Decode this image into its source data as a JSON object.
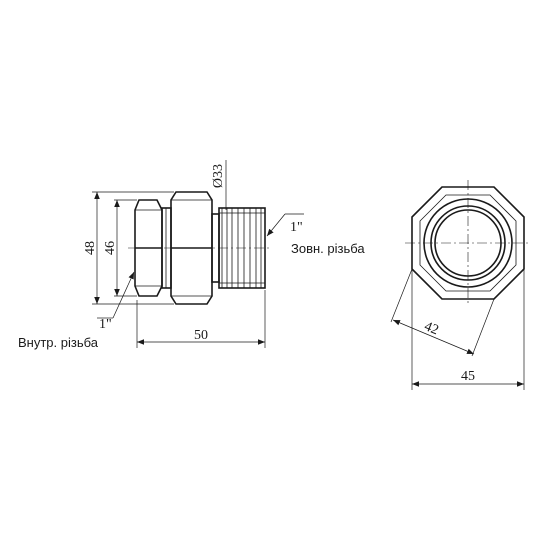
{
  "side_view": {
    "dim_48": "48",
    "dim_46": "46",
    "dim_d33": "Ø33",
    "dim_50": "50",
    "thread_outer_size": "1\"",
    "thread_outer_label": "Зовн. різьба",
    "thread_inner_size": "1\"",
    "thread_inner_label": "Внутр. різьба"
  },
  "end_view": {
    "dim_42": "42",
    "dim_45": "45"
  }
}
